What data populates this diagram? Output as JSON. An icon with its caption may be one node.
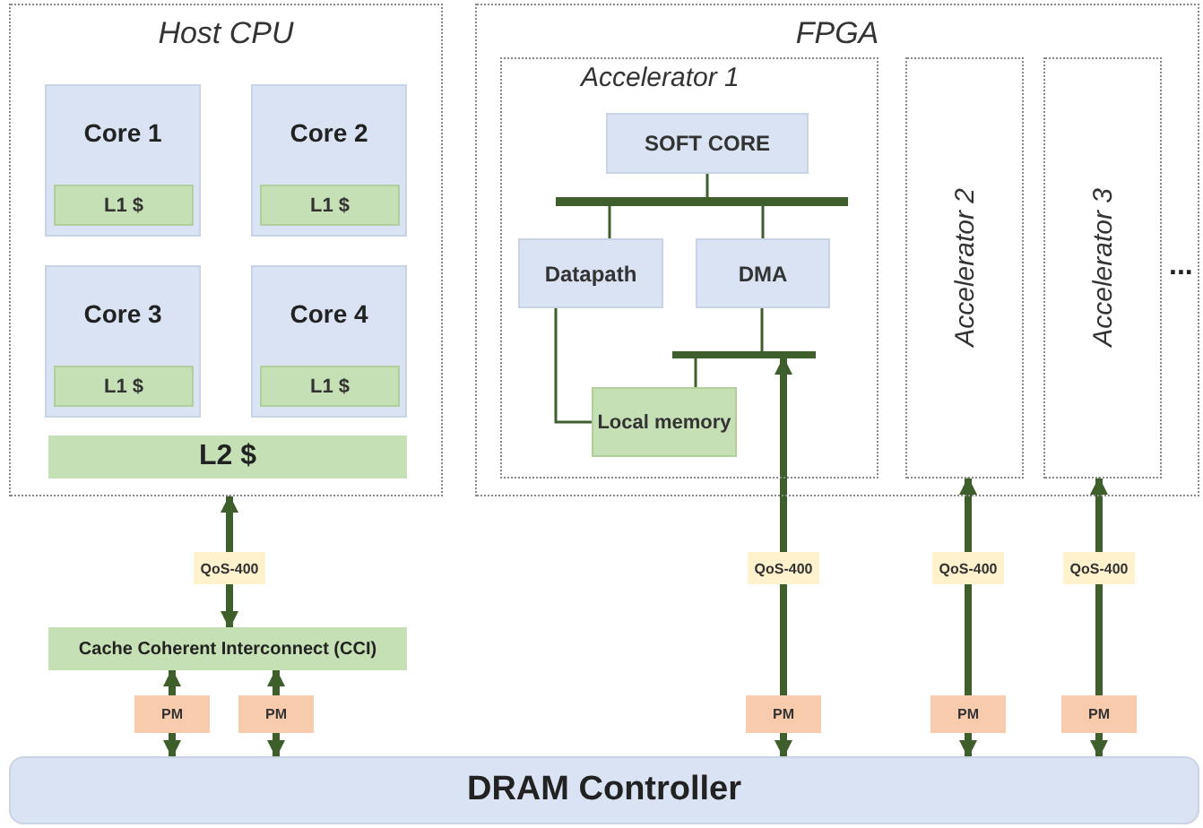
{
  "diagram": {
    "nodes": [
      {
        "text": [
          "Host CPU"
        ]
      },
      {
        "text": [
          "Core 1"
        ],
        "in": 0
      },
      {
        "text": [
          "L1 $"
        ],
        "in": 1
      },
      {
        "text": [
          "Core 2"
        ],
        "in": 0
      },
      {
        "text": [
          "L1 $"
        ],
        "in": 3
      },
      {
        "text": [
          "Core 3"
        ],
        "in": 0
      },
      {
        "text": [
          "L1 $"
        ],
        "in": 5
      },
      {
        "text": [
          "Core 4"
        ],
        "in": 0
      },
      {
        "text": [
          "L1 $"
        ],
        "in": 7
      },
      {
        "text": [
          "L2 $"
        ],
        "in": 0
      },
      {
        "text": [
          "FPGA"
        ]
      },
      {
        "text": [
          "Accelerator 1"
        ],
        "in": 10
      },
      {
        "text": [
          "SOFT CORE"
        ],
        "in": 11
      },
      {
        "text": [],
        "shape": "bar",
        "in": 11
      },
      {
        "text": [
          "Datapath"
        ],
        "in": 11
      },
      {
        "text": [
          "DMA"
        ],
        "in": 11
      },
      {
        "text": [],
        "shape": "bar",
        "in": 11
      },
      {
        "text": [
          "Local memory"
        ],
        "in": 11
      },
      {
        "text": [
          "Accelerator 2"
        ],
        "in": 10
      },
      {
        "text": [
          "Accelerator 3"
        ],
        "in": 10
      },
      {
        "text": [
          "QoS-400"
        ]
      },
      {
        "text": [
          "QoS-400"
        ]
      },
      {
        "text": [
          "QoS-400"
        ]
      },
      {
        "text": [
          "QoS-400"
        ]
      },
      {
        "text": [
          "Cache Coherent Interconnect (CCI)"
        ]
      },
      {
        "text": [
          "PM"
        ]
      },
      {
        "text": [
          "PM"
        ]
      },
      {
        "text": [
          "PM"
        ]
      },
      {
        "text": [
          "PM"
        ]
      },
      {
        "text": [
          "PM"
        ]
      },
      {
        "text": [
          "DRAM Controller"
        ]
      }
    ],
    "edges": [
      {
        "from": 20,
        "to": 0,
        "arrow": "to"
      },
      {
        "from": 20,
        "to": 24,
        "arrow": "to"
      },
      {
        "from": 25,
        "to": 24,
        "arrow": "to"
      },
      {
        "from": 25,
        "to": 30,
        "arrow": "to"
      },
      {
        "from": 26,
        "to": 24,
        "arrow": "to"
      },
      {
        "from": 26,
        "to": 30,
        "arrow": "to"
      },
      {
        "from": 12,
        "to": 13,
        "arrow": "none"
      },
      {
        "from": 13,
        "to": 14,
        "arrow": "none"
      },
      {
        "from": 13,
        "to": 15,
        "arrow": "none"
      },
      {
        "from": 15,
        "to": 16,
        "arrow": "none"
      },
      {
        "from": 16,
        "to": 17,
        "arrow": "none"
      },
      {
        "from": 14,
        "to": 17,
        "arrow": "none"
      },
      {
        "from": 21,
        "to": 16,
        "arrow": "to"
      },
      {
        "from": 21,
        "to": 27,
        "arrow": "none"
      },
      {
        "from": 27,
        "to": 30,
        "arrow": "to"
      },
      {
        "from": 22,
        "to": 18,
        "arrow": "to"
      },
      {
        "from": 22,
        "to": 28,
        "arrow": "none"
      },
      {
        "from": 28,
        "to": 30,
        "arrow": "to"
      },
      {
        "from": 23,
        "to": 19,
        "arrow": "to"
      },
      {
        "from": 23,
        "to": 29,
        "arrow": "none"
      },
      {
        "from": 29,
        "to": 30,
        "arrow": "to"
      }
    ],
    "labels": [
      "..."
    ]
  }
}
